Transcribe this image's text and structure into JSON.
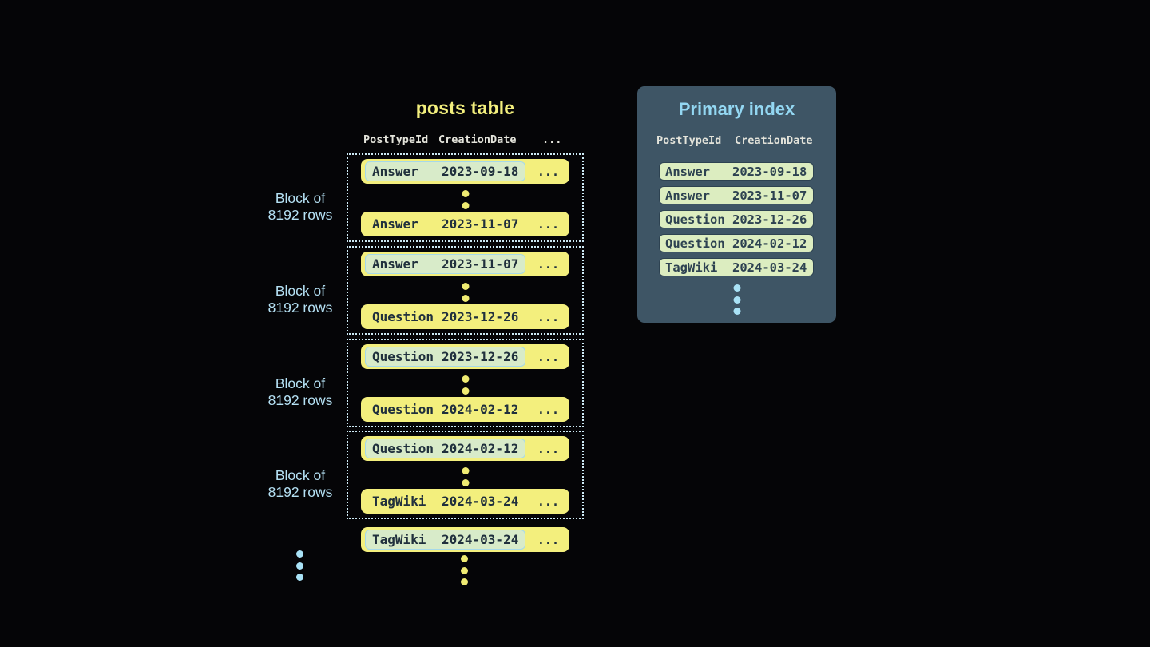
{
  "colors": {
    "bg": "#050507",
    "yellow": "#f3ef7d",
    "yellow-dot": "#efeb72",
    "row-text": "#20303d",
    "pill-bg": "#d8ebc9",
    "pill-border": "#a6d9ea",
    "dotted-border": "#cdeaf5",
    "blue-label": "#b5e1f4",
    "header-text": "#e4e4db",
    "panel-bg": "#3e5565",
    "panel-title": "#93d7f2",
    "panel-header-text": "#e9eeee",
    "index-row-bg": "#dcedc0",
    "index-row-border": "#2d4251",
    "blue-dot": "#a9e2f6"
  },
  "posts_table": {
    "title": "posts table",
    "columns": [
      "PostTypeId",
      "CreationDate",
      "..."
    ],
    "row_ellipsis": "...",
    "block_label": [
      "Block of",
      "8192 rows"
    ],
    "blocks": [
      {
        "first": {
          "type": "Answer",
          "date": "2023-09-18"
        },
        "last": {
          "type": "Answer",
          "date": "2023-11-07"
        }
      },
      {
        "first": {
          "type": "Answer",
          "date": "2023-11-07"
        },
        "last": {
          "type": "Question",
          "date": "2023-12-26"
        }
      },
      {
        "first": {
          "type": "Question",
          "date": "2023-12-26"
        },
        "last": {
          "type": "Question",
          "date": "2024-02-12"
        }
      },
      {
        "first": {
          "type": "Question",
          "date": "2024-02-12"
        },
        "last": {
          "type": "TagWiki",
          "date": "2024-03-24"
        }
      }
    ],
    "overflow_row": {
      "type": "TagWiki",
      "date": "2024-03-24"
    }
  },
  "primary_index": {
    "title": "Primary index",
    "columns": [
      "PostTypeId",
      "CreationDate"
    ],
    "rows": [
      {
        "type": "Answer",
        "date": "2023-09-18"
      },
      {
        "type": "Answer",
        "date": "2023-11-07"
      },
      {
        "type": "Question",
        "date": "2023-12-26"
      },
      {
        "type": "Question",
        "date": "2024-02-12"
      },
      {
        "type": "TagWiki",
        "date": "2024-03-24"
      }
    ]
  }
}
